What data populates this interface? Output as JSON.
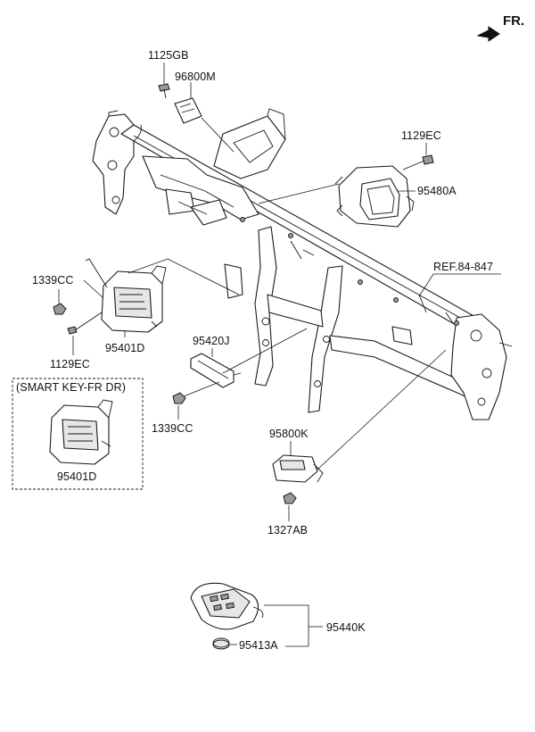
{
  "direction": {
    "label": "FR.",
    "arrow_icon": "arrow-forward-icon"
  },
  "callouts": {
    "bolt_1125gb": "1125GB",
    "unit_96800m": "96800M",
    "bolt_1129ec_top": "1129EC",
    "module_95480a": "95480A",
    "ref_84_847": "REF.84-847",
    "nut_1339cc_left": "1339CC",
    "bolt_1129ec_left": "1129EC",
    "module_95401d_main": "95401D",
    "antenna_95420j": "95420J",
    "nut_1339cc_mid": "1339CC",
    "antenna_95800k": "95800K",
    "nut_1327ab": "1327AB",
    "fob_95440k": "95440K",
    "battery_95413a": "95413A"
  },
  "variant_box": {
    "title": "(SMART KEY-FR DR)",
    "part_number": "95401D"
  }
}
